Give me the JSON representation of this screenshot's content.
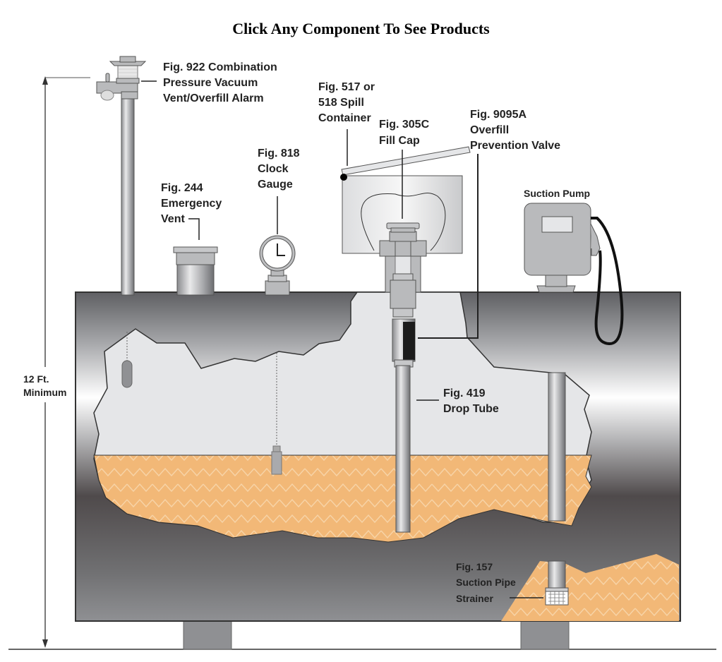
{
  "page": {
    "title": "Click Any Component To See Products"
  },
  "dimension": {
    "line1": "12 Ft.",
    "line2": "Minimum"
  },
  "components": {
    "vent_alarm": {
      "lines": [
        "Fig. 922 Combination",
        "Pressure Vacuum",
        "Vent/Overfill Alarm"
      ]
    },
    "emergency_vent": {
      "lines": [
        "Fig. 244",
        "Emergency",
        "Vent"
      ]
    },
    "clock_gauge": {
      "lines": [
        "Fig. 818",
        "Clock",
        "Gauge"
      ]
    },
    "spill_container": {
      "lines": [
        "Fig. 517 or",
        "518 Spill",
        "Container"
      ]
    },
    "fill_cap": {
      "lines": [
        "Fig. 305C",
        "Fill Cap"
      ]
    },
    "overfill_valve": {
      "lines": [
        "Fig. 9095A",
        "Overfill",
        "Prevention Valve"
      ]
    },
    "suction_pump": {
      "lines": [
        "Suction Pump"
      ]
    },
    "drop_tube": {
      "lines": [
        "Fig. 419",
        "Drop Tube"
      ]
    },
    "strainer": {
      "lines": [
        "Fig. 157",
        "Suction Pipe",
        "Strainer"
      ]
    }
  },
  "colors": {
    "fuel": "#f2b877",
    "tank_dark": "#5e5a5b",
    "tank_light": "#f4f4f4",
    "cutaway": "#e5e6e8",
    "metal": "#b9babc"
  }
}
